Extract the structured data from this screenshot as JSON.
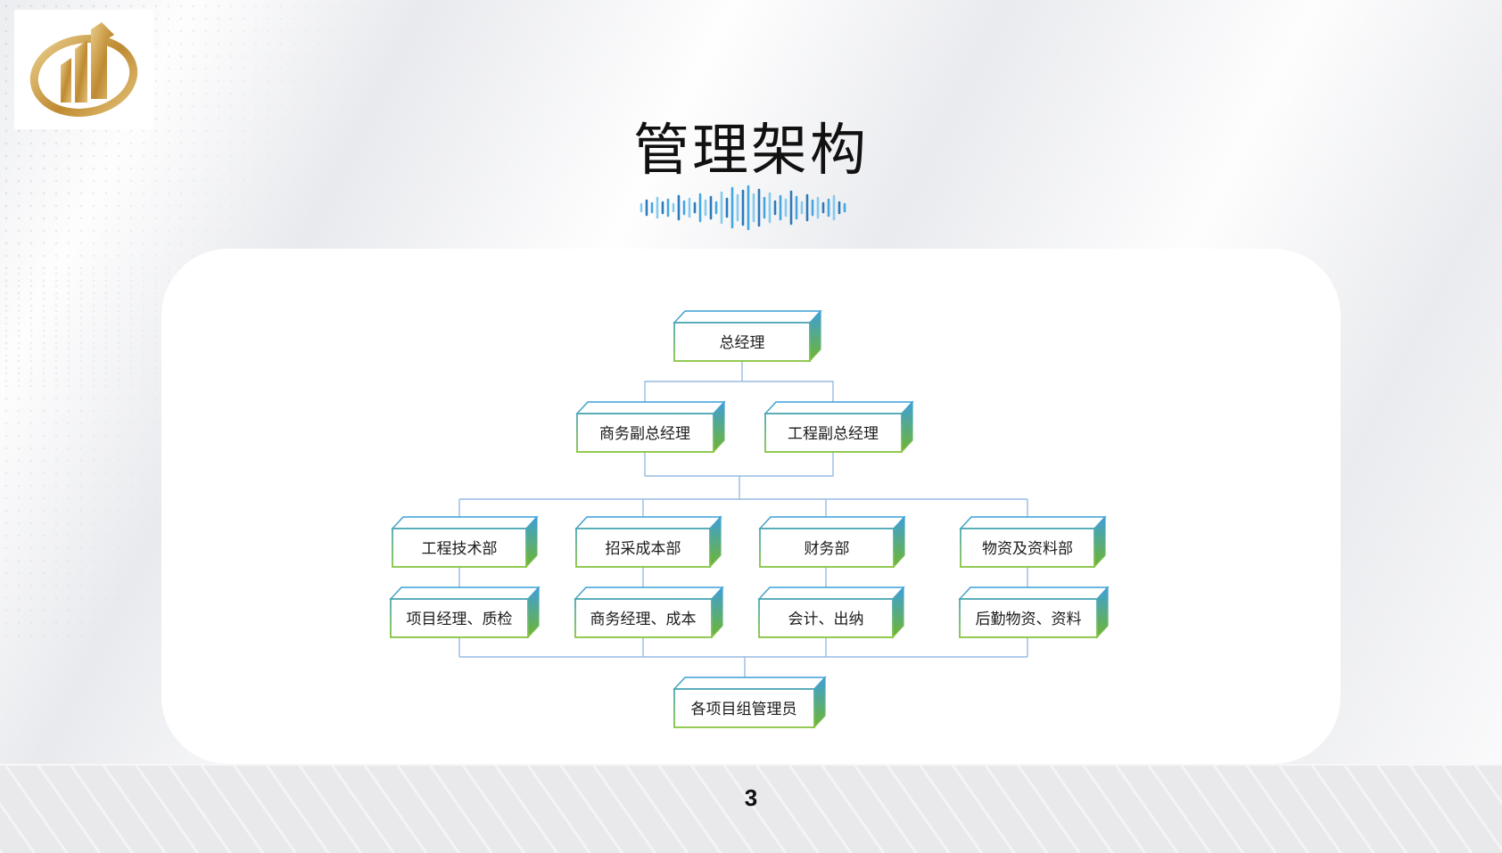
{
  "slide": {
    "title": "管理架构",
    "page_number": "3"
  },
  "logo": {
    "icon": "company-building-logo"
  },
  "org_chart": {
    "root": "总经理",
    "level2": [
      "商务副总经理",
      "工程副总经理"
    ],
    "level3": [
      "工程技术部",
      "招采成本部",
      "财务部",
      "物资及资料部"
    ],
    "level4": [
      "项目经理、质检",
      "商务经理、成本",
      "会计、出纳",
      "后勤物资、资料"
    ],
    "bottom": "各项目组管理员"
  },
  "colors": {
    "box_border_top": "#3B9FD8",
    "box_border_bottom": "#86C440",
    "side_top": "#3E9FD8",
    "side_bottom": "#6FB52F",
    "connector": "#97BCE2",
    "logo_gold_light": "#E9CD8A",
    "logo_gold_dark": "#BE8A31",
    "waveform_light": "#85CBEE",
    "waveform_dark": "#2E79B8",
    "waveform_mid": "#45A7DE"
  }
}
